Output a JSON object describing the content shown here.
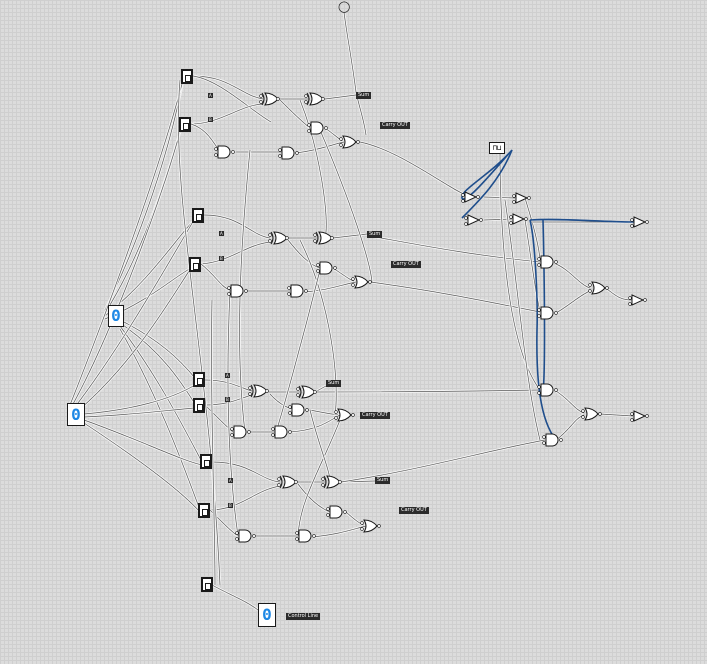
{
  "labels": {
    "sum_1": "Sum",
    "carry_1": "Carry OUT",
    "sum_2": "Sum",
    "carry_2": "Carry OUT",
    "sum_3": "Sum",
    "carry_3": "Carry OUT",
    "sum_4": "Sum",
    "carry_4": "Carry OUT",
    "control_line": "Control Line"
  },
  "input_tags": {
    "a1": "A",
    "b1": "B",
    "a2": "A",
    "b2": "B",
    "a3": "A",
    "b3": "B",
    "a4": "A",
    "b4": "B"
  },
  "displays": {
    "display_1": "0",
    "display_2": "0",
    "display_3": "0"
  },
  "icons": {
    "clock": "clock-icon",
    "bulb": "light-bulb-icon",
    "switch": "toggle-switch-icon"
  },
  "colors": {
    "background": "#dcdcdc",
    "wire": "#555555",
    "active_wire": "#1f4e8c",
    "display_digit": "#1e88e5"
  }
}
